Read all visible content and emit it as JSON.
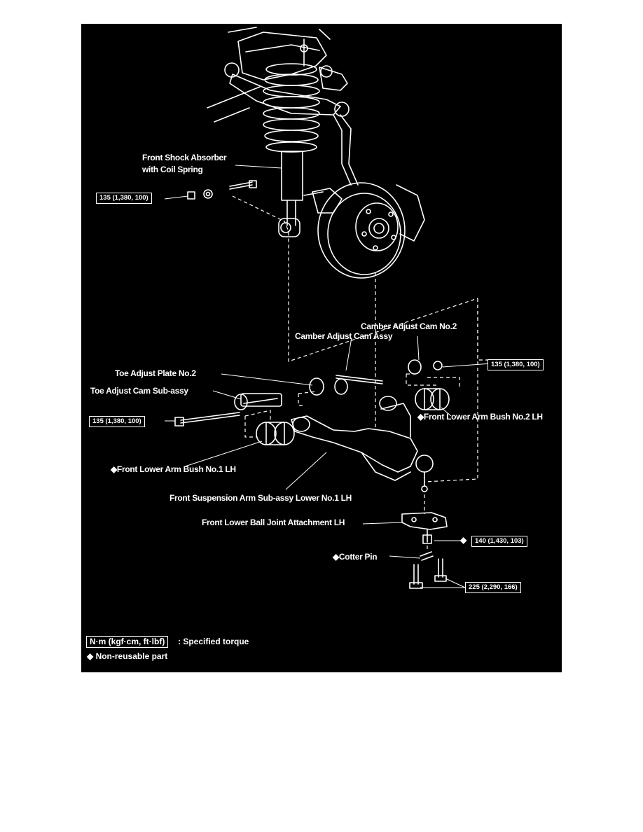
{
  "labels": {
    "shock_line1": "Front Shock Absorber",
    "shock_line2": "with Coil Spring",
    "camber_cam_no2": "Camber Adjust Cam No.2",
    "camber_cam_assy": "Camber Adjust Cam Assy",
    "toe_plate_no2": "Toe Adjust Plate No.2",
    "toe_cam_sub": "Toe Adjust Cam Sub-assy",
    "bush_no2": "◆Front Lower Arm Bush No.2 LH",
    "bush_no1": "◆Front Lower Arm Bush No.1 LH",
    "susp_arm": "Front Suspension Arm Sub-assy Lower No.1 LH",
    "ball_joint": "Front Lower Ball Joint Attachment LH",
    "cotter_pin": "◆Cotter Pin"
  },
  "torques": {
    "shock_bolt": "135 (1,380, 100)",
    "camber_nut": "135 (1,380, 100)",
    "toe_bolt": "135 (1,380, 100)",
    "ball_joint_nut": "140 (1,430, 103)",
    "ball_joint_bolt": "225 (2,290, 166)"
  },
  "symbols": {
    "non_reusable_marker": "◆"
  },
  "legend": {
    "unit_box": "N·m (kgf·cm, ft·lbf)",
    "unit_text": ": Specified torque",
    "nonreusable": "◆ Non-reusable part"
  }
}
